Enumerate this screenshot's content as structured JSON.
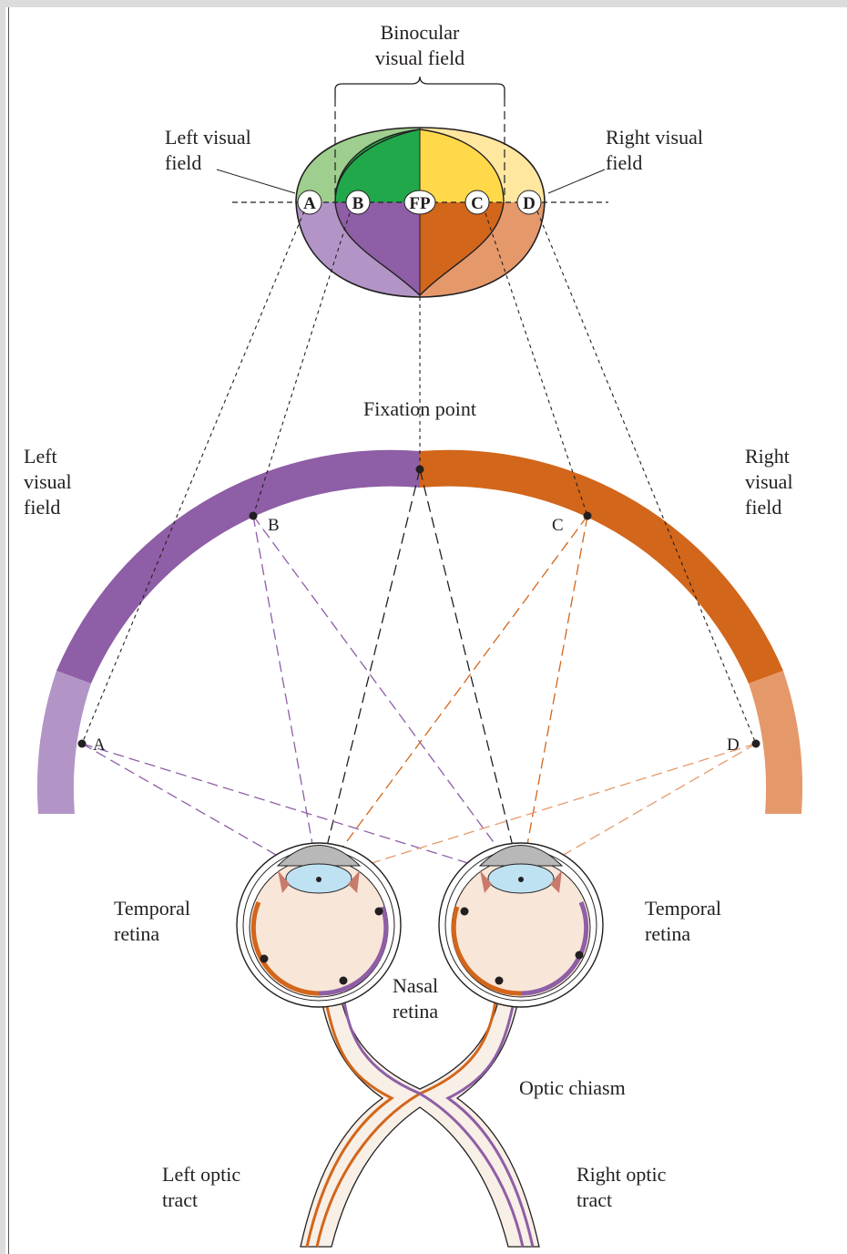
{
  "labels": {
    "binocular_1": "Binocular",
    "binocular_2": "visual field",
    "left_vf_top_1": "Left visual",
    "left_vf_top_2": "field",
    "right_vf_top_1": "Right visual",
    "right_vf_top_2": "field",
    "fixation_point": "Fixation point",
    "left_vf_1": "Left",
    "left_vf_2": "visual",
    "left_vf_3": "field",
    "right_vf_1": "Right",
    "right_vf_2": "visual",
    "right_vf_3": "field",
    "temporal_left_1": "Temporal",
    "temporal_left_2": "retina",
    "temporal_right_1": "Temporal",
    "temporal_right_2": "retina",
    "nasal_1": "Nasal",
    "nasal_2": "retina",
    "optic_chiasm": "Optic chiasm",
    "left_tract_1": "Left optic",
    "left_tract_2": "tract",
    "right_tract_1": "Right optic",
    "right_tract_2": "tract"
  },
  "field_points": {
    "A": "A",
    "B": "B",
    "FP": "FP",
    "C": "C",
    "D": "D"
  },
  "arc_points": {
    "A": "A",
    "B": "B",
    "C": "C",
    "D": "D"
  },
  "colors": {
    "purple": "#8e5ea6",
    "purple_light": "#b295c6",
    "orange": "#d2661b",
    "orange_light": "#e5996b",
    "green": "#21a84a",
    "green_light": "#9fcf8f",
    "yellow": "#ffd94a",
    "yellow_light": "#ffe7a0",
    "retina_fill": "#f8e6d8",
    "line_dark": "#231f20"
  }
}
